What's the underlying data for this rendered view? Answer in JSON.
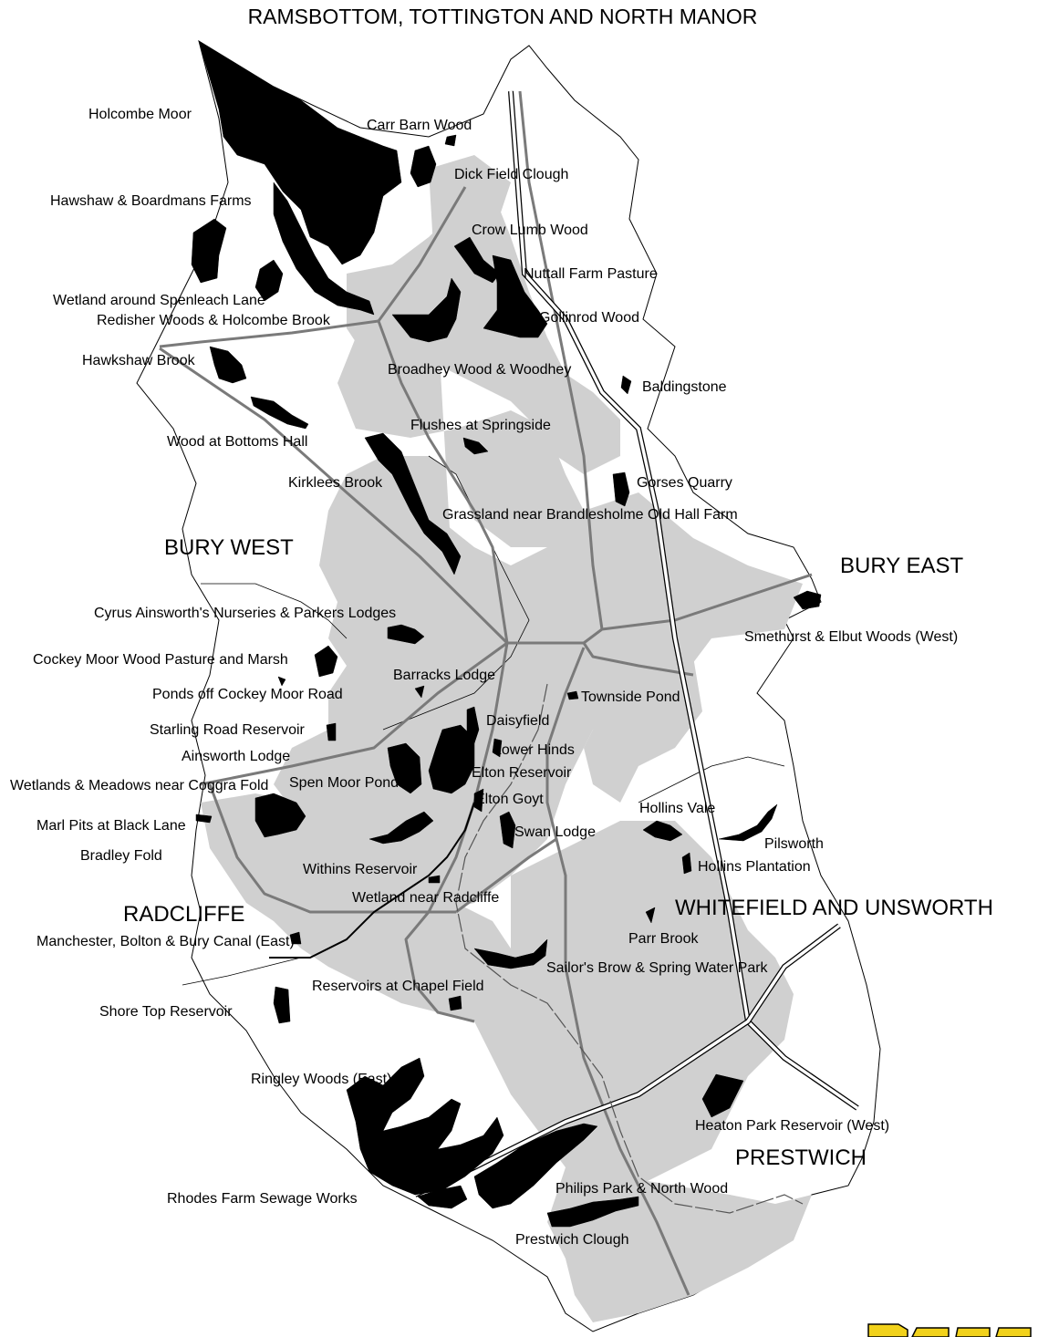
{
  "map": {
    "title": "RAMSBOTTOM, TOTTINGTON AND NORTH MANOR",
    "colors": {
      "background": "#ffffff",
      "urban_area": "#d0d0d0",
      "site_fill": "#000000",
      "road": "#7a7a7a",
      "boundary": "#000000",
      "logo": "#f2d21b"
    },
    "areas": [
      "BURY WEST",
      "BURY EAST",
      "RADCLIFFE",
      "WHITEFIELD AND UNSWORTH",
      "PRESTWICH"
    ],
    "sites": [
      "Holcombe Moor",
      "Carr Barn Wood",
      "Dick Field Clough",
      "Hawshaw & Boardmans Farms",
      "Crow Lumb Wood",
      "Nuttall Farm Pasture",
      "Wetland around Spenleach Lane",
      "Redisher Woods & Holcombe Brook",
      "Gollinrod Wood",
      "Hawkshaw Brook",
      "Broadhey Wood & Woodhey",
      "Baldingstone",
      "Flushes at Springside",
      "Wood at Bottoms Hall",
      "Kirklees Brook",
      "Gorses Quarry",
      "Grassland near Brandlesholme Old Hall Farm",
      "Cyrus Ainsworth's Nurseries & Parkers Lodges",
      "Smethurst & Elbut Woods (West)",
      "Cockey Moor Wood Pasture and Marsh",
      "Barracks Lodge",
      "Ponds off Cockey Moor Road",
      "Townside Pond",
      "Daisyfield",
      "Starling Road Reservoir",
      "Lower Hinds",
      "Ainsworth Lodge",
      "Elton Reservoir",
      "Wetlands & Meadows near Coggra Fold",
      "Spen Moor Ponds",
      "Elton Goyt",
      "Hollins Vale",
      "Marl Pits at Black Lane",
      "Swan Lodge",
      "Pilsworth",
      "Bradley Fold",
      "Withins Reservoir",
      "Hollins Plantation",
      "Wetland near Radcliffe",
      "Manchester, Bolton & Bury Canal (East)",
      "Parr Brook",
      "Sailor's Brow & Spring Water Park",
      "Reservoirs at Chapel Field",
      "Shore Top Reservoir",
      "Ringley Woods (East)",
      "Heaton Park Reservoir (West)",
      "Rhodes Farm Sewage Works",
      "Philips Park & North Wood",
      "Prestwich Clough"
    ]
  }
}
